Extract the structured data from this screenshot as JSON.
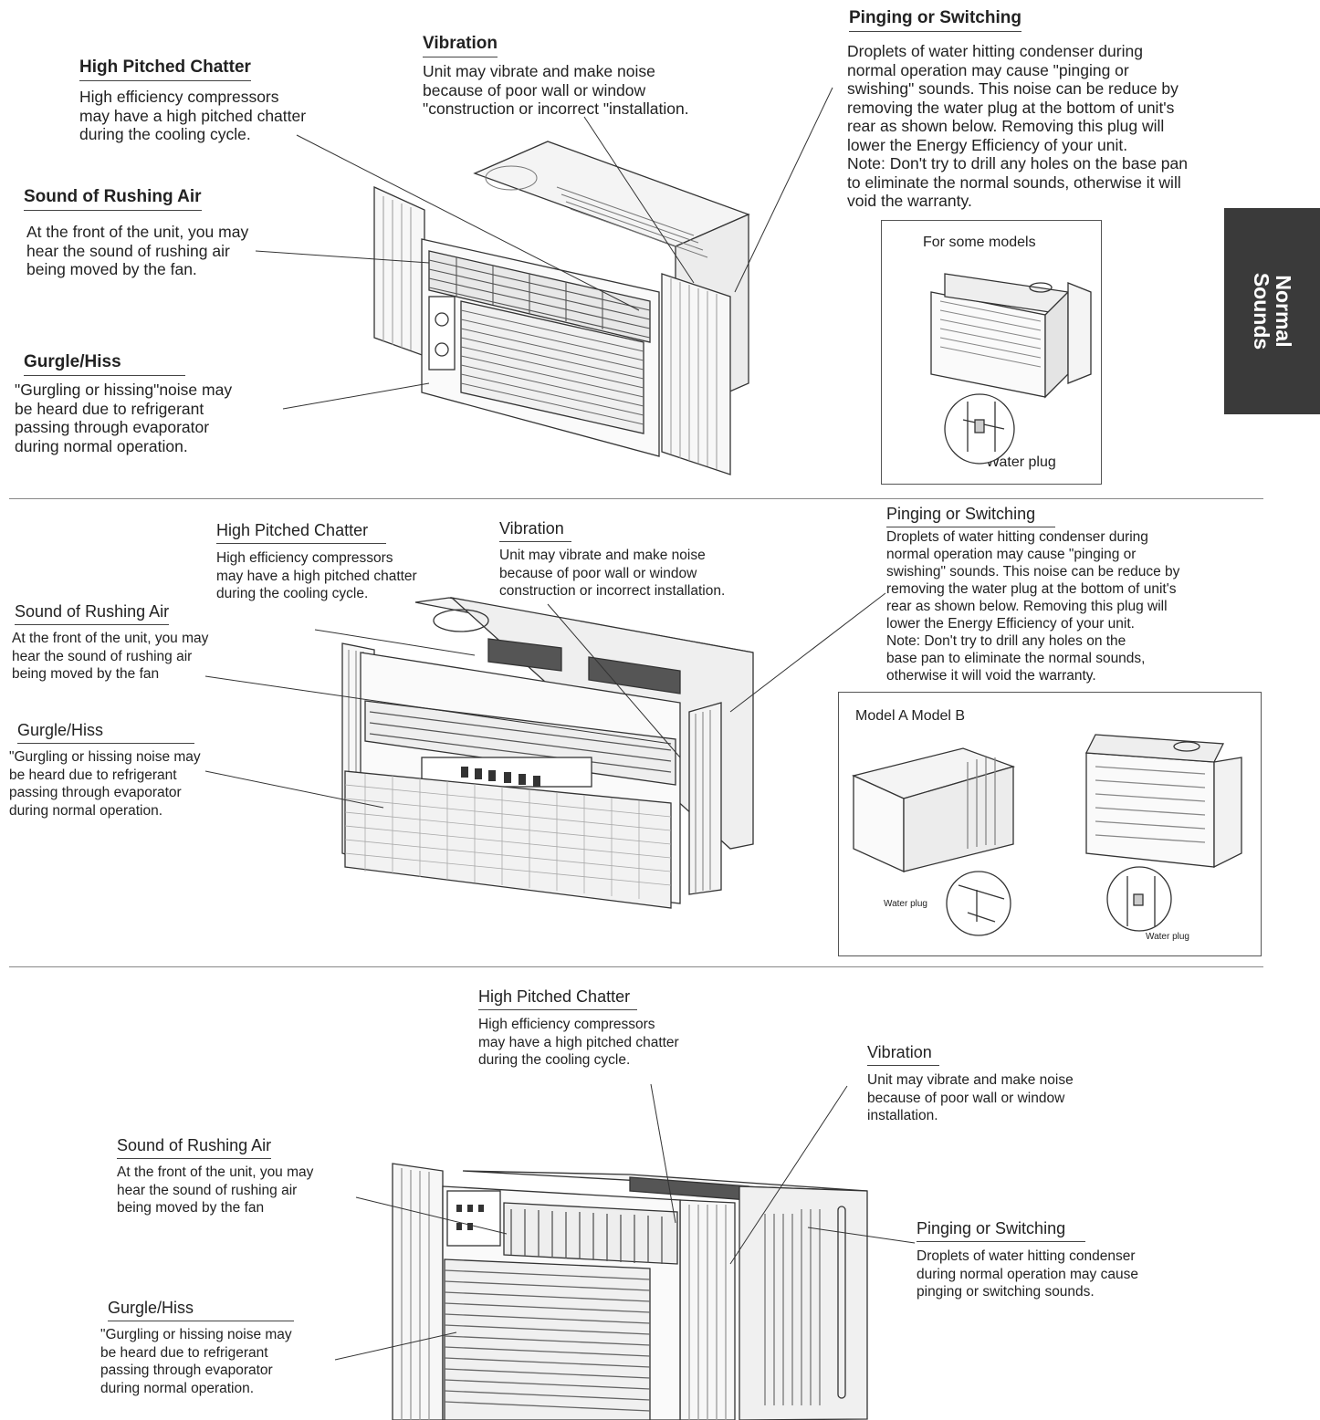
{
  "side_tab": {
    "label": "Normal\nSounds"
  },
  "section1": {
    "chatter": {
      "heading": "High Pitched Chatter",
      "text": "High efficiency compressors\nmay have a high pitched chatter\nduring the cooling cycle."
    },
    "vibration": {
      "heading": "Vibration",
      "text": "Unit may vibrate and make noise\nbecause of poor wall or window\n\"construction or incorrect \"installation."
    },
    "rushing": {
      "heading": "Sound of Rushing Air",
      "text": "At the front of the unit, you may\nhear the sound of rushing air\nbeing moved by the fan."
    },
    "gurgle": {
      "heading": "Gurgle/Hiss",
      "text": "\"Gurgling or hissing\"noise may\nbe heard due to refrigerant\npassing through evaporator\nduring normal operation."
    },
    "pinging": {
      "heading": "Pinging or Switching",
      "text": "Droplets of water hitting condenser during\nnormal operation may cause \"pinging or\nswishing\" sounds. This noise can be reduce by\nremoving the water plug at the bottom of unit's\nrear as shown below. Removing this plug will\nlower the Energy Efficiency of your unit.\nNote: Don't try to drill any holes on the base pan\nto eliminate the normal sounds, otherwise it will\nvoid the warranty."
    },
    "inset": {
      "title": "For some models",
      "label": "Water plug"
    }
  },
  "section2": {
    "chatter": {
      "heading": "High Pitched Chatter",
      "text": "High efficiency compressors\nmay have a high pitched chatter\nduring the cooling cycle."
    },
    "vibration": {
      "heading": "Vibration",
      "text": "Unit may vibrate and make noise\nbecause of poor wall or window\nconstruction or incorrect installation."
    },
    "rushing": {
      "heading": "Sound of Rushing Air",
      "text": "At the front of the unit, you may\nhear the sound of rushing air\nbeing moved by the fan"
    },
    "gurgle": {
      "heading": "Gurgle/Hiss",
      "text": "\"Gurgling or hissing  noise may\nbe heard due to refrigerant\npassing through evaporator\nduring normal operation."
    },
    "pinging": {
      "heading": "Pinging or Switching",
      "text": "Droplets of water hitting condenser during\nnormal operation may cause \"pinging or\nswishing\" sounds. This noise can be reduce by\nremoving the water plug at the bottom of unit's\nrear as shown below. Removing this plug will\nlower the Energy Efficiency of your unit.\nNote: Don't try to drill any holes on the\nbase pan to eliminate the normal sounds,\notherwise it will void the warranty."
    },
    "inset": {
      "title": "Model A Model B",
      "label_a": "Water plug",
      "label_b": "Water plug"
    }
  },
  "section3": {
    "chatter": {
      "heading": "High Pitched Chatter",
      "text": "High efficiency compressors\nmay have a high pitched chatter\nduring the cooling cycle."
    },
    "vibration": {
      "heading": "Vibration",
      "text": "Unit may vibrate and make noise\nbecause of poor wall or window\ninstallation."
    },
    "rushing": {
      "heading": "Sound of Rushing Air",
      "text": "At the front of the unit, you may\nhear the sound of rushing air\nbeing moved by the fan"
    },
    "gurgle": {
      "heading": "Gurgle/Hiss",
      "text": "\"Gurgling or hissing  noise may\nbe heard due to refrigerant\npassing through evaporator\nduring normal operation."
    },
    "pinging": {
      "heading": "Pinging or Switching",
      "text": "Droplets of water hitting condenser\nduring normal operation may cause\npinging or switching  sounds."
    }
  }
}
